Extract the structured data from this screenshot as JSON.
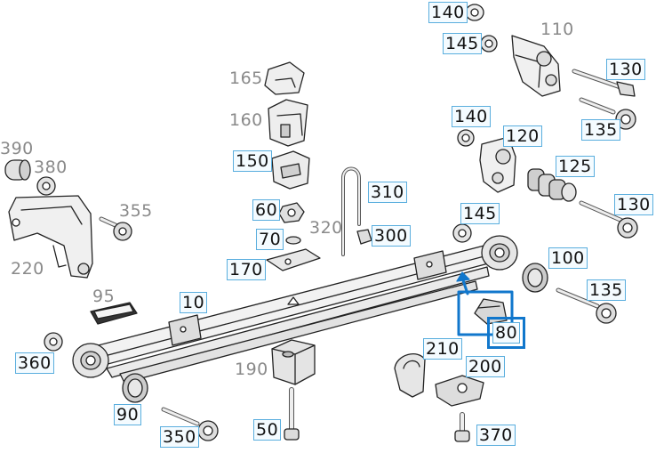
{
  "callouts": [
    {
      "id": "140a",
      "label": "140",
      "boxed": true
    },
    {
      "id": "110",
      "label": "110",
      "boxed": false
    },
    {
      "id": "145a",
      "label": "145",
      "boxed": true
    },
    {
      "id": "130a",
      "label": "130",
      "boxed": true
    },
    {
      "id": "165",
      "label": "165",
      "boxed": false
    },
    {
      "id": "160",
      "label": "160",
      "boxed": false
    },
    {
      "id": "140b",
      "label": "140",
      "boxed": true
    },
    {
      "id": "135a",
      "label": "135",
      "boxed": true
    },
    {
      "id": "120",
      "label": "120",
      "boxed": true
    },
    {
      "id": "150",
      "label": "150",
      "boxed": true
    },
    {
      "id": "125",
      "label": "125",
      "boxed": true
    },
    {
      "id": "390",
      "label": "390",
      "boxed": false
    },
    {
      "id": "380",
      "label": "380",
      "boxed": false
    },
    {
      "id": "310",
      "label": "310",
      "boxed": true
    },
    {
      "id": "130b",
      "label": "130",
      "boxed": true
    },
    {
      "id": "355",
      "label": "355",
      "boxed": false
    },
    {
      "id": "60",
      "label": "60",
      "boxed": true
    },
    {
      "id": "145b",
      "label": "145",
      "boxed": true
    },
    {
      "id": "320",
      "label": "320",
      "boxed": false
    },
    {
      "id": "70",
      "label": "70",
      "boxed": true
    },
    {
      "id": "300",
      "label": "300",
      "boxed": true
    },
    {
      "id": "100",
      "label": "100",
      "boxed": true
    },
    {
      "id": "220",
      "label": "220",
      "boxed": false
    },
    {
      "id": "170",
      "label": "170",
      "boxed": true
    },
    {
      "id": "135b",
      "label": "135",
      "boxed": true
    },
    {
      "id": "95",
      "label": "95",
      "boxed": false
    },
    {
      "id": "10",
      "label": "10",
      "boxed": true
    },
    {
      "id": "80",
      "label": "80",
      "boxed": true,
      "selected": true
    },
    {
      "id": "360",
      "label": "360",
      "boxed": true
    },
    {
      "id": "210",
      "label": "210",
      "boxed": true
    },
    {
      "id": "200",
      "label": "200",
      "boxed": true
    },
    {
      "id": "190",
      "label": "190",
      "boxed": false
    },
    {
      "id": "90",
      "label": "90",
      "boxed": true
    },
    {
      "id": "50",
      "label": "50",
      "boxed": true
    },
    {
      "id": "370",
      "label": "370",
      "boxed": true
    },
    {
      "id": "350",
      "label": "350",
      "boxed": true
    }
  ],
  "colors": {
    "accent": "#1177cc",
    "label_box_border": "#5aaede",
    "plain_label": "#8a8a8a",
    "line_art": "#222222"
  }
}
